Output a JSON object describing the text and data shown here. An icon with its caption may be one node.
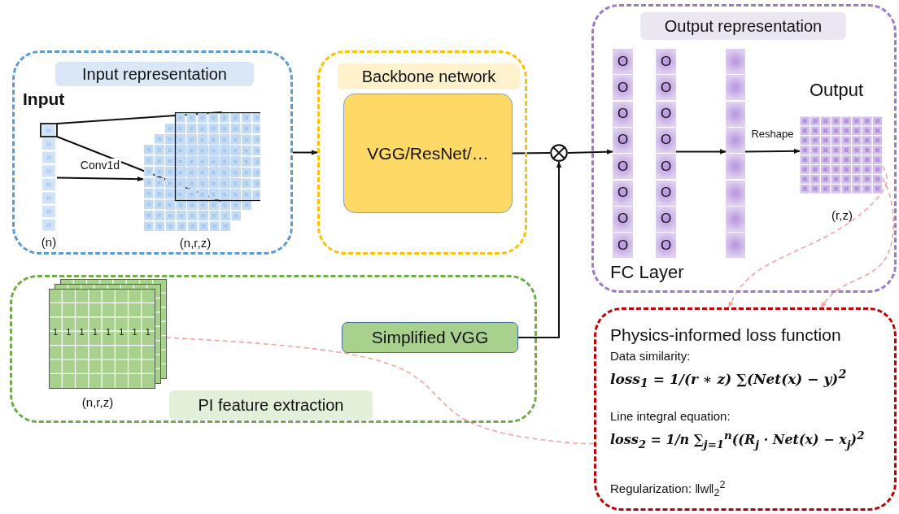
{
  "diagram": {
    "nodes": [
      {
        "text": [
          "Input representation"
        ]
      },
      {
        "text": [
          "Input"
        ],
        "beside": [
          "(n)"
        ],
        "in": 0
      },
      {
        "text": [],
        "shape": "picture",
        "beside": [
          "(n,r,z)"
        ],
        "in": 0
      },
      {
        "text": [
          "Backbone network"
        ]
      },
      {
        "text": [
          "VGG/ResNet/…"
        ],
        "in": 3
      },
      {
        "text": [],
        "shape": "circle"
      },
      {
        "text": [
          "Output representation"
        ]
      },
      {
        "text": [
          "O",
          "O",
          "O",
          "O",
          "O",
          "O",
          "O",
          "O"
        ],
        "in": 6
      },
      {
        "text": [
          "O",
          "O",
          "O",
          "O",
          "O",
          "O",
          "O",
          "O"
        ],
        "in": 6
      },
      {
        "text": [],
        "shape": "bar",
        "in": 6
      },
      {
        "text": [
          "Output"
        ],
        "beside": [
          "(r,z)"
        ],
        "in": 6
      },
      {
        "text": [
          "PI feature extraction"
        ]
      },
      {
        "text": [
          "1",
          "1",
          "1",
          "1",
          "1",
          "1",
          "1",
          "1"
        ],
        "beside": [
          "(n,r,z)"
        ],
        "in": 11
      },
      {
        "text": [
          "Simplified VGG"
        ],
        "in": 11
      },
      {
        "text": [
          "Physics-informed loss function",
          "Data similarity:",
          "loss$_{1}$ = 1/(r ∗ z) ∑(Net(x) − y)$^{2}$",
          "Line integral equation:",
          "loss$_{2}$ = 1/n ∑$_{j=1}$$^{n}$((R$_{j}$ · Net(x) − x$_{j}$)$^{2}$",
          "Regularization: ‖w‖$_{2}$$^{2}$"
        ]
      }
    ],
    "edges": [
      {
        "from": 1,
        "to": 2,
        "arrow": "to",
        "label": "Conv1d"
      },
      {
        "from": 0,
        "to": 3,
        "arrow": "to"
      },
      {
        "from": 4,
        "to": 5,
        "arrow": "none"
      },
      {
        "from": 13,
        "to": 5,
        "arrow": "to"
      },
      {
        "from": 5,
        "to": 7,
        "arrow": "to"
      },
      {
        "from": 8,
        "to": 9,
        "arrow": "to"
      },
      {
        "from": 9,
        "to": 10,
        "arrow": "to",
        "label": "Reshape"
      },
      {
        "from": 10,
        "to": 14,
        "arrow": "to",
        "style": "dashed",
        "color": "#f4a3a3"
      },
      {
        "from": 10,
        "to": 14,
        "arrow": "to",
        "style": "dashed",
        "color": "#f4a3a3"
      },
      {
        "from": 12,
        "to": 14,
        "arrow": "none",
        "style": "dashed",
        "color": "#f4a3a3"
      },
      {
        "from": 1,
        "to": 2,
        "arrow": "none"
      },
      {
        "from": 1,
        "to": 2,
        "arrow": "none"
      }
    ],
    "labels": [
      "FC Layer"
    ]
  }
}
